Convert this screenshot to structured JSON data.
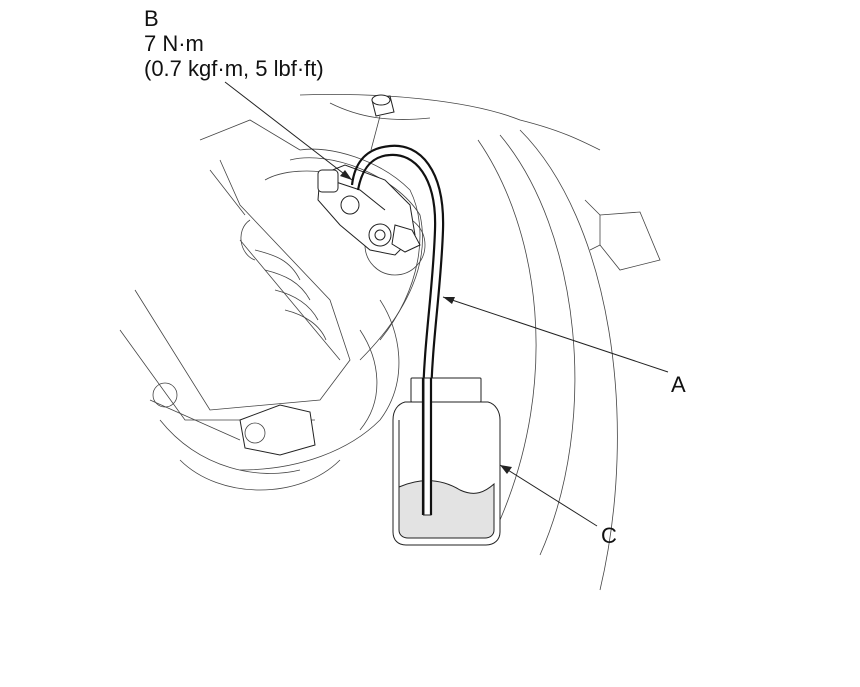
{
  "callouts": {
    "a": {
      "letter": "A"
    },
    "b": {
      "letter": "B",
      "torque_line1": "7 N·m",
      "torque_line2": "(0.7 kgf·m, 5 lbf·ft)"
    },
    "c": {
      "letter": "C"
    }
  },
  "colors": {
    "line": "#222222",
    "fluid": "#e3e3e3",
    "background": "#ffffff"
  }
}
